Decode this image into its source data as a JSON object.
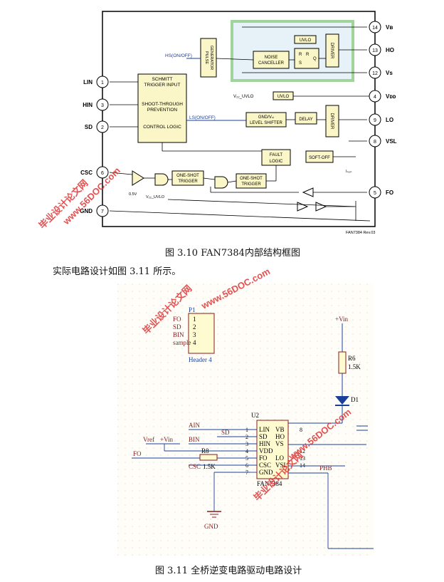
{
  "figure1": {
    "caption": "图 3.10  FAN7384内部结构框图",
    "rev": "FAN7384 Rev.03",
    "blocks": {
      "schmitt": [
        "SCHMITT",
        "TRIGGER INPUT"
      ],
      "shoot": [
        "SHOOT-THROUGH",
        "PREVENTION"
      ],
      "control": "CONTROL LOGIC",
      "pulse": [
        "PULSE",
        "GENERATOR"
      ],
      "noise": [
        "NOISE",
        "CANCELLER"
      ],
      "uvlo_top": "UVLO",
      "uvlo_mid": "UVLO",
      "vdd_uvlo": "V₂₂_UVLO",
      "driver": "DRIVER",
      "driver2": "DRIVER",
      "gnd_shift": [
        "GND/Vₛₗ",
        "LEVEL SHIFTER"
      ],
      "delay": "DELAY",
      "fault": [
        "FAULT",
        "LOGIC"
      ],
      "softoff": "SOFT-OFF",
      "oneshot1": [
        "ONE-SHOT",
        "TRIGGER"
      ],
      "oneshot2": [
        "ONE-SHOT",
        "TRIGGER"
      ],
      "hs": "HS(ON/OFF)",
      "ls": "LS(ON/OFF)",
      "rs_r": "R",
      "rs_s": "S",
      "rs_r2": "R",
      "rs_q": "Q",
      "v05": "0.5V",
      "vdduvlo2": "V₂₂_UVLO",
      "isoft": "Iₛₒₒₜ"
    },
    "left_pins": [
      {
        "num": "1",
        "name": "LIN"
      },
      {
        "num": "3",
        "name": "HIN"
      },
      {
        "num": "2",
        "name": "SD"
      },
      {
        "num": "6",
        "name": "CSC"
      },
      {
        "num": "7",
        "name": "GND"
      }
    ],
    "right_pins": [
      {
        "num": "14",
        "name": "Vʙ"
      },
      {
        "num": "13",
        "name": "HO"
      },
      {
        "num": "12",
        "name": "Vs"
      },
      {
        "num": "4",
        "name": "Vᴅᴅ"
      },
      {
        "num": "9",
        "name": "LO"
      },
      {
        "num": "8",
        "name": "VSL"
      },
      {
        "num": "5",
        "name": "FO"
      }
    ]
  },
  "paragraph": "实际电路设计如图 3.11 所示。",
  "figure2": {
    "caption": "图 3.11 全桥逆变电路驱动电路设计",
    "header": {
      "ref": "P1",
      "name": "Header 4",
      "labels": [
        "FO",
        "SD",
        "BIN",
        "sample"
      ],
      "pins": [
        "1",
        "2",
        "3",
        "4"
      ]
    },
    "vin": "+Vin",
    "r6": {
      "ref": "R6",
      "value": "1.5K"
    },
    "diode": "D1",
    "u2": {
      "ref": "U2",
      "part": "FAN7384",
      "left": [
        {
          "name": "LIN",
          "num": "1"
        },
        {
          "name": "SD",
          "num": "2"
        },
        {
          "name": "HIN",
          "num": "3"
        },
        {
          "name": "VDD",
          "num": "4"
        },
        {
          "name": "FO",
          "num": "5"
        },
        {
          "name": "CSC",
          "num": "6"
        },
        {
          "name": "GND",
          "num": "7"
        }
      ],
      "right": [
        {
          "name": "VB",
          "num": "8"
        },
        {
          "name": "HO",
          "num": ""
        },
        {
          "name": "VS",
          "num": ""
        },
        {
          "name": "",
          "num": "12"
        },
        {
          "name": "LO",
          "num": "13"
        },
        {
          "name": "VSL",
          "num": "14"
        }
      ]
    },
    "nets": {
      "ain": "AIN",
      "sd": "SD",
      "vref": "Vref",
      "vin2": "+Vin",
      "bin": "BIN",
      "fo": "FO",
      "r8": "R8",
      "r8v": "1.5K",
      "csc": "CSC",
      "phb": "PHB",
      "gnd": "GND"
    }
  },
  "watermarks": [
    "毕业设计论文网",
    "www.56DOC.com"
  ]
}
